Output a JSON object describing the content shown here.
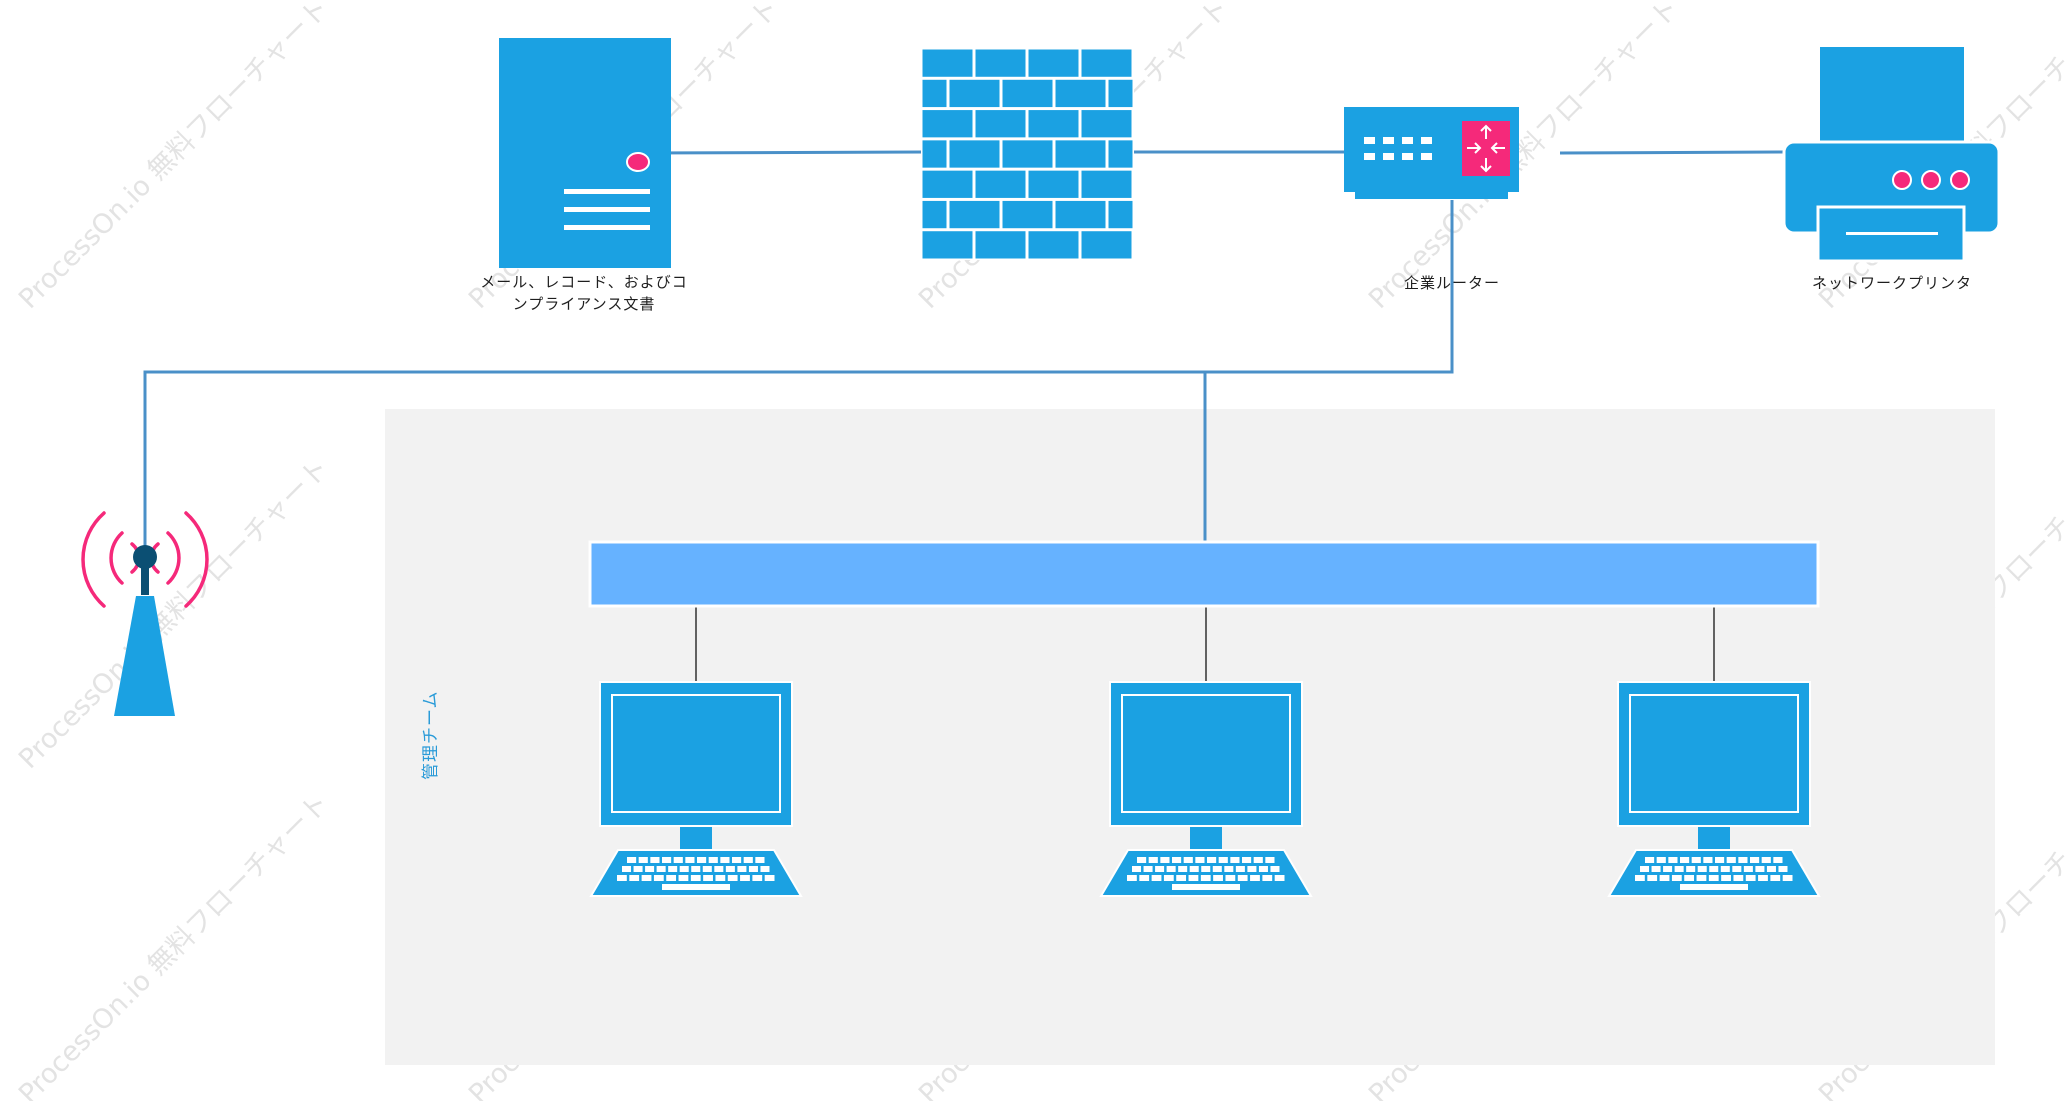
{
  "watermark": "ProcessOn.io 無料フローチャート",
  "nodes": {
    "server": {
      "label_line1": "メール、レコード、およびコ",
      "label_line2": "ンプライアンス文書",
      "icon": "server-icon"
    },
    "firewall": {
      "icon": "firewall-icon"
    },
    "router": {
      "label": "企業ルーター",
      "icon": "router-icon"
    },
    "printer": {
      "label": "ネットワークプリンタ",
      "icon": "printer-icon"
    },
    "antenna": {
      "icon": "wireless-antenna-icon"
    },
    "switch": {
      "icon": "switch-bar"
    },
    "pcs": [
      {
        "icon": "desktop-computer-icon"
      },
      {
        "icon": "desktop-computer-icon"
      },
      {
        "icon": "desktop-computer-icon"
      }
    ]
  },
  "group": {
    "label": "管理チーム"
  },
  "colors": {
    "device": "#1ba1e2",
    "link": "#4a90c8",
    "accent": "#f5297a",
    "switch": "#66b2ff",
    "group_bg": "#f2f2f2",
    "antenna_node": "#0b4f73"
  }
}
